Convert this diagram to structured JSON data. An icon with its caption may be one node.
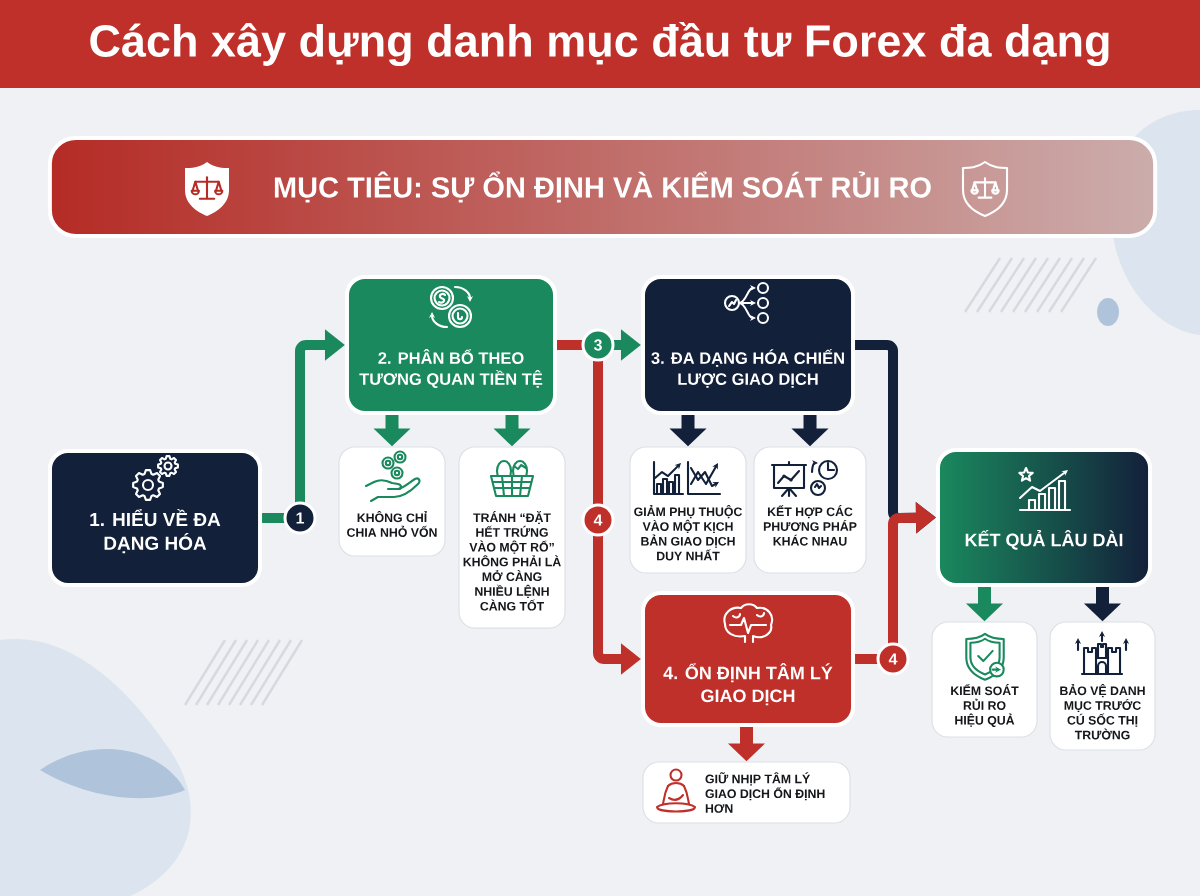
{
  "diagram": {
    "title": "Cách xây dựng danh mục đầu tư Forex đa dạng",
    "nodes": [
      {
        "text": [
          "MỤC TIÊU: SỰ ỔN ĐỊNH VÀ KIỂM SOÁT RỦI RO"
        ]
      },
      {
        "text": [
          "1. HIỂU VỀ ĐA DẠNG HÓA"
        ]
      },
      {
        "text": [
          "2. PHÂN BỔ THEO TƯƠNG QUAN TIỀN TỆ"
        ]
      },
      {
        "text": [
          "KHÔNG CHỈ CHIA NHỎ VỐN"
        ]
      },
      {
        "text": [
          "TRÁNH “ĐẶT HẾT TRỨNG VÀO MỘT RỔ” KHÔNG PHẢI LÀ MỞ CÀNG NHIỀU LỆNH CÀNG TỐT"
        ]
      },
      {
        "text": [
          "3. ĐA DẠNG HÓA CHIẾN LƯỢC GIAO DỊCH"
        ]
      },
      {
        "text": [
          "GIẢM PHỤ THUỘC VÀO MỘT KỊCH BẢN GIAO DỊCH DUY NHẤT"
        ]
      },
      {
        "text": [
          "KẾT HỢP CÁC PHƯƠNG PHÁP KHÁC NHAU"
        ]
      },
      {
        "text": [
          "4. ỔN ĐỊNH TÂM LÝ GIAO DỊCH"
        ]
      },
      {
        "text": [
          "GIỮ NHỊP TÂM LÝ GIAO DỊCH ỔN ĐỊNH HƠN"
        ]
      },
      {
        "text": [
          "KẾT QUẢ LÂU DÀI"
        ]
      },
      {
        "text": [
          "KIỂM SOÁT RỦI RO HIỆU QUẢ"
        ]
      },
      {
        "text": [
          "BẢO VỆ DANH MỤC TRƯỚC CÚ SỐC THỊ TRƯỜNG"
        ]
      }
    ],
    "edges": [
      {
        "from": 1,
        "to": 2,
        "arrow": "to",
        "label": "1"
      },
      {
        "from": 2,
        "to": 5,
        "arrow": "to",
        "label": "3"
      },
      {
        "from": 2,
        "to": 8,
        "arrow": "to",
        "label": "4",
        "color": "#c0302a"
      },
      {
        "from": 2,
        "to": 3,
        "arrow": "to"
      },
      {
        "from": 2,
        "to": 4,
        "arrow": "to"
      },
      {
        "from": 5,
        "to": 6,
        "arrow": "to",
        "color": "#13203a"
      },
      {
        "from": 5,
        "to": 7,
        "arrow": "to",
        "color": "#13203a"
      },
      {
        "from": 5,
        "to": 10,
        "arrow": "to",
        "color": "#13203a"
      },
      {
        "from": 8,
        "to": 10,
        "arrow": "to",
        "label": "4",
        "color": "#c0302a"
      },
      {
        "from": 8,
        "to": 9,
        "arrow": "to",
        "color": "#c0302a"
      },
      {
        "from": 10,
        "to": 11,
        "arrow": "to"
      },
      {
        "from": 10,
        "to": 12,
        "arrow": "to",
        "color": "#13203a"
      }
    ]
  }
}
